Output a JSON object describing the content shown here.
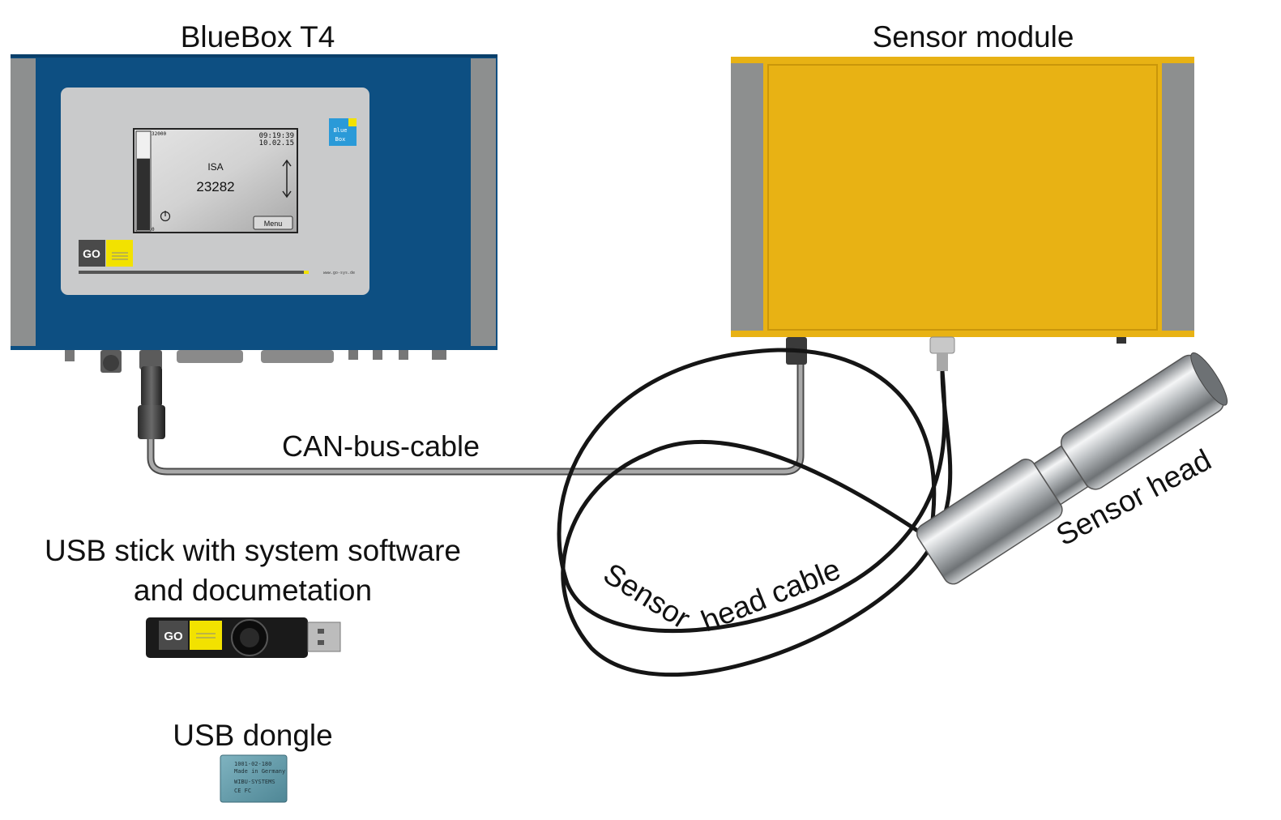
{
  "labels": {
    "bluebox": "BlueBox T4",
    "sensor_module": "Sensor module",
    "can_cable": "CAN-bus-cable",
    "usb_stick_line1": "USB stick with system software",
    "usb_stick_line2": "and documetation",
    "sensor_head": "Sensor head",
    "sensor_head_cable": "Sensor head cable",
    "usb_dongle": "USB dongle"
  },
  "display": {
    "bar_top": "32000",
    "bar_bottom": "0",
    "time": "09:19:39",
    "date": "10.02.15",
    "channel": "ISA",
    "value": "23282",
    "menu_button": "Menu",
    "bar_fill_fraction": 0.73
  },
  "bluebox_panel": {
    "logo_text": "GO",
    "brand_badge_line1": "Blue",
    "brand_badge_line2": "Box",
    "website": "www.go-sys.de"
  },
  "usb_stick": {
    "logo_text": "GO"
  },
  "dongle": {
    "line1": "1001-02-180",
    "line2": "Made in Germany",
    "line3": "WIBU-SYSTEMS",
    "line4": "CE FC"
  },
  "colors": {
    "bluebox_blue": "#0d4f82",
    "sensor_yellow": "#e8b214",
    "side_grey": "#8d8f8f",
    "panel_grey": "#c9cacb",
    "cable_black": "#151515",
    "cable_grey": "#8e8e8e",
    "logo_yellow": "#f2e200",
    "badge_blue": "#2a9ad8"
  },
  "icons": [
    "power-icon",
    "up-down-arrow-icon"
  ]
}
